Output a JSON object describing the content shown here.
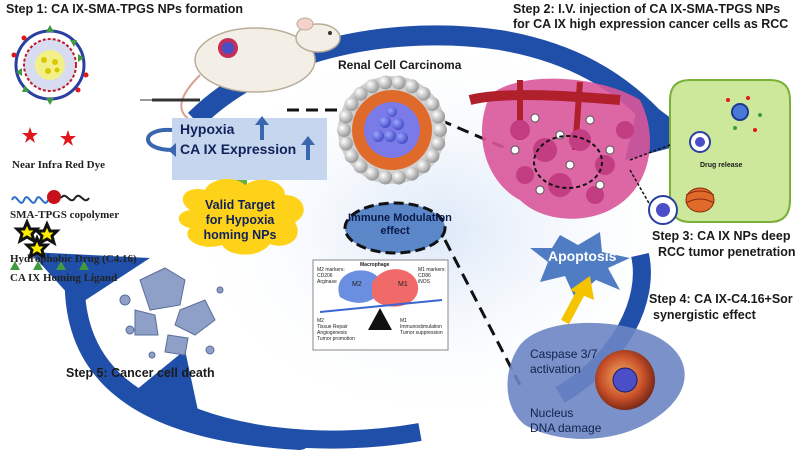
{
  "steps": {
    "step1": "Step 1: CA IX-SMA-TPGS  NPs formation",
    "step2_line1": "Step 2: I.V. injection of CA IX-SMA-TPGS  NPs",
    "step2_line2": "for CA IX high expression cancer cells as RCC",
    "step3_line1": "Step 3: CA IX NPs deep",
    "step3_line2": "RCC tumor penetration",
    "step4_line1": "Step 4: CA IX-C4.16+Sor",
    "step4_line2": "synergistic effect",
    "step5": "Step 5: Cancer cell death"
  },
  "legend": {
    "dye": "Near Infra Red Dye",
    "copolymer": "SMA-TPGS copolymer",
    "drug": "Hydrophobic Drug (C4.16)",
    "ligand": "CA IX Homing Ligand"
  },
  "center": {
    "rcc_label": "Renal Cell Carcinoma",
    "hypoxia": "Hypoxia",
    "caix_expression": "CA IX Expression",
    "valid_target_1": "Valid Target",
    "valid_target_2": "for Hypoxia",
    "valid_target_3": "homing NPs",
    "immune_1": "Immune Modulation",
    "immune_2": "effect",
    "apoptosis": "Apoptosis",
    "caspase_1": "Caspase 3/7",
    "caspase_2": "activation",
    "nucleus_1": "Nucleus",
    "nucleus_2": "DNA damage",
    "drug_release": "Drug release"
  },
  "macrophage_panel": {
    "title": "Macrophage",
    "m2": "M2",
    "m1": "M1",
    "m2_markers_1": "M2 markers:",
    "m2_markers_2": "CD206",
    "m2_markers_3": "Arginase",
    "m1_markers_1": "M1 markers:",
    "m1_markers_2": "CD86",
    "m1_markers_3": "iNOS",
    "m2_effects_1": "M2",
    "m2_effects_2": "Tissue Repair",
    "m2_effects_3": "Angiogenesis",
    "m2_effects_4": "Tumor promotion",
    "m1_effects_1": "M1",
    "m1_effects_2": "Immunostimulation",
    "m1_effects_3": "Tumor suppression"
  },
  "colors": {
    "cycle_arrow": "#1f4fa8",
    "hypoxia_box": "#c5d6ee",
    "valid_target_cloud": "#ffd21a",
    "immune_ellipse": "#5b86c8",
    "apoptosis_star": "#4f7cc2",
    "apoptosis_arrow": "#f5c400",
    "star_red": "#e0181c",
    "ligand_green": "#3f9b3f",
    "cell_green": "#cde89a",
    "tumor_pink": "#d9559a"
  }
}
